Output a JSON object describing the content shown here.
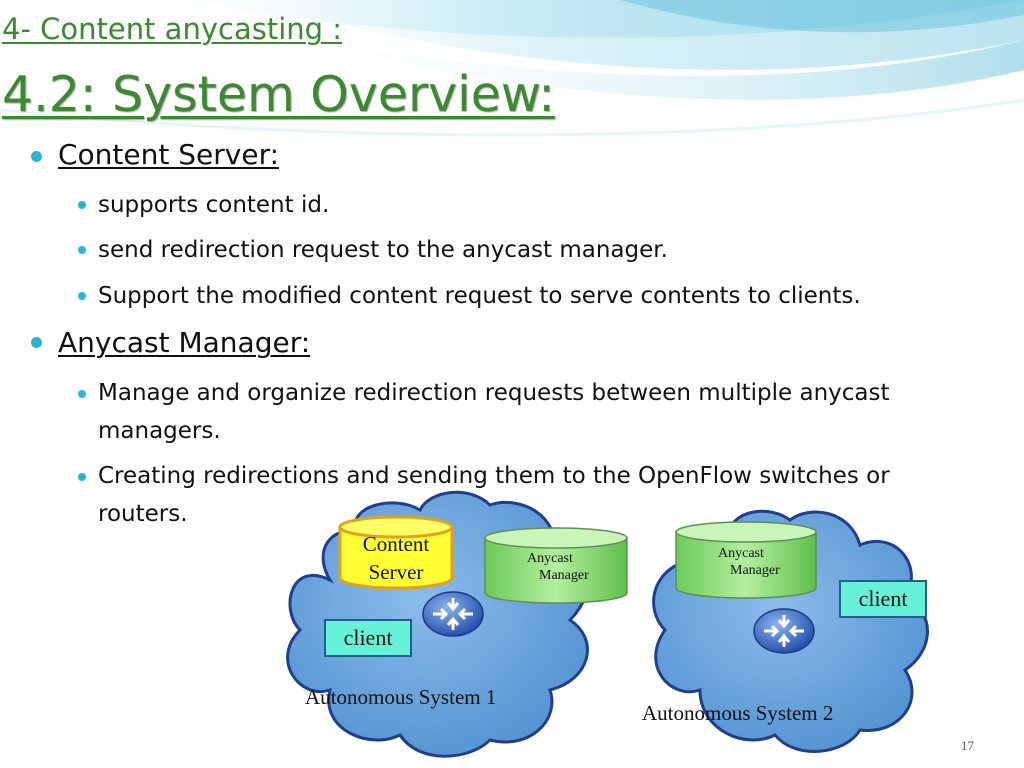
{
  "slide": {
    "section_title": "4- Content anycasting :",
    "main_title": "4.2: System Overview:",
    "page_number": "17"
  },
  "bullets": [
    {
      "label": "Content Server:",
      "items": [
        "supports content id.",
        "send redirection request to the anycast manager.",
        "Support the modified content request to serve contents to clients."
      ]
    },
    {
      "label": "Anycast Manager:",
      "items": [
        "Manage and organize redirection requests between multiple anycast managers.",
        "Creating redirections and sending them to the OpenFlow switches or routers."
      ]
    }
  ],
  "diagram": {
    "as1": {
      "label": "Autonomous System 1",
      "content_server_line1": "Content",
      "content_server_line2": "Server",
      "anycast_line1": "Anycast",
      "anycast_line2": "Manager",
      "client": "client",
      "router_icon": "router-icon"
    },
    "as2": {
      "label": "Autonomous System 2",
      "anycast_line1": "Anycast",
      "anycast_line2": "Manager",
      "client": "client",
      "router_icon": "router-icon"
    },
    "colors": {
      "title_green": "#3b8a2f",
      "bullet_teal": "#27b7cf",
      "cloud_fill": "#5b9bd5",
      "cloud_stroke": "#1f3f8a",
      "content_server_fill": "#ffff33",
      "anycast_fill": "#8fdc7a",
      "client_fill": "#66f2d8"
    }
  }
}
